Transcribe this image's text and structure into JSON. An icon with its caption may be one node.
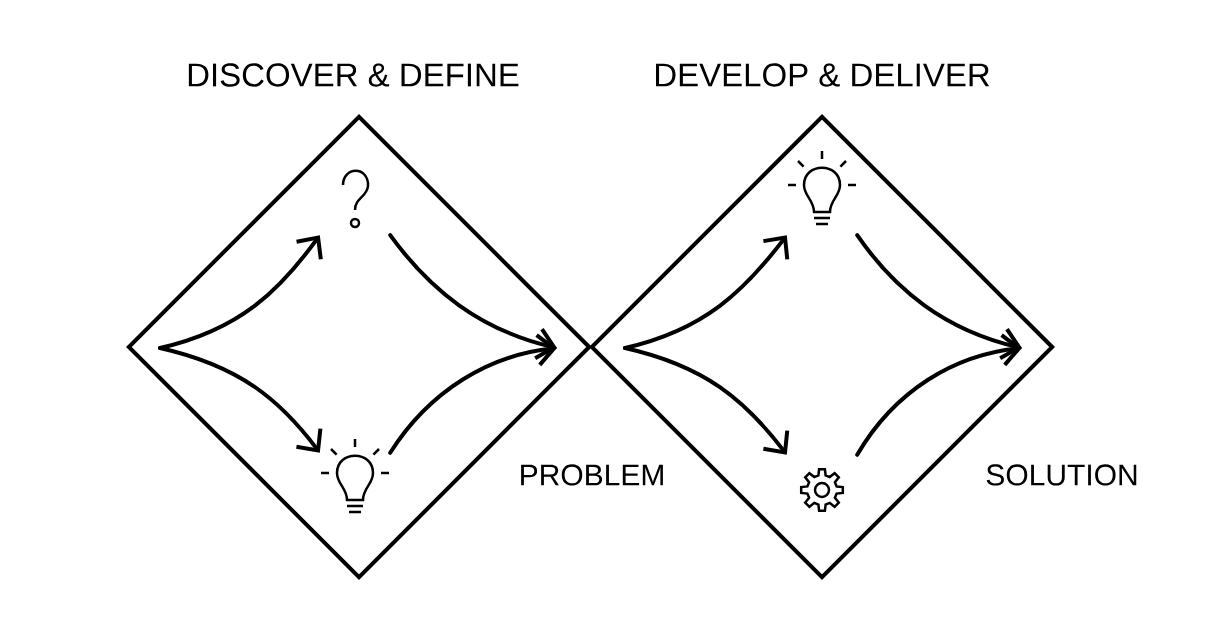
{
  "diagram": {
    "nodes": [
      {
        "text": [
          "DISCOVER & DEFINE"
        ],
        "beside": [
          "PROBLEM"
        ]
      },
      {
        "text": [],
        "shape": "question",
        "in": 0
      },
      {
        "text": [],
        "shape": "bulb",
        "in": 0
      },
      {
        "text": [
          "DEVELOP & DELIVER"
        ],
        "beside": [
          "SOLUTION"
        ]
      },
      {
        "text": [],
        "shape": "bulb",
        "in": 3
      },
      {
        "text": [],
        "shape": "gear",
        "in": 3
      }
    ],
    "edges": [
      {
        "from": null,
        "to": 1,
        "arrow": "to"
      },
      {
        "from": null,
        "to": 2,
        "arrow": "to"
      },
      {
        "from": 1,
        "to": null,
        "arrow": "to"
      },
      {
        "from": 2,
        "to": null,
        "arrow": "to"
      },
      {
        "from": null,
        "to": 4,
        "arrow": "to"
      },
      {
        "from": null,
        "to": 5,
        "arrow": "to"
      },
      {
        "from": 4,
        "to": null,
        "arrow": "to"
      },
      {
        "from": 5,
        "to": null,
        "arrow": "to"
      }
    ]
  }
}
